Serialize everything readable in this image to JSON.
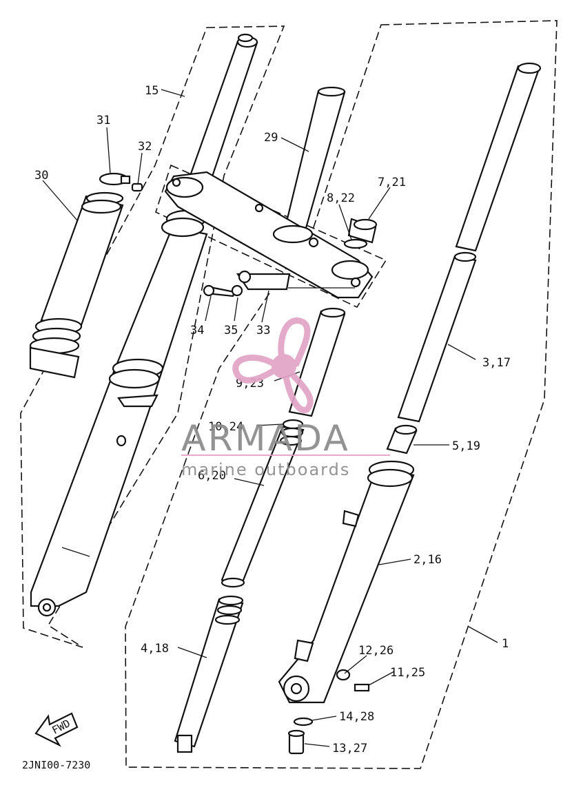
{
  "labels": {
    "p15": "15",
    "p31": "31",
    "p32": "32",
    "p30": "30",
    "p29": "29",
    "p7_21": "7,21",
    "p8_22": "8,22",
    "p34": "34",
    "p35": "35",
    "p33": "33",
    "p9_23": "9,23",
    "p3_17": "3,17",
    "p10_24": "10,24",
    "p5_19": "5,19",
    "p6_20": "6,20",
    "p2_16": "2,16",
    "p1": "1",
    "p4_18": "4,18",
    "p12_26": "12,26",
    "p11_25": "11,25",
    "p14_28": "14,28",
    "p13_27": "13,27"
  },
  "fwd_badge": "FWD",
  "diagram_code": "2JNI00-7230",
  "watermark": {
    "brand": "ARMADA",
    "tagline": "marine outboards",
    "pink": "#e2a3c6",
    "gray": "#8a8a8a"
  }
}
